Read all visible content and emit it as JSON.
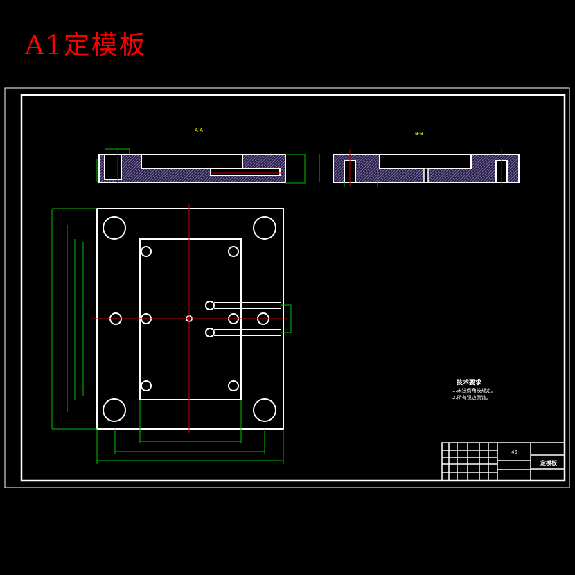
{
  "drawing_title": "A1定模板",
  "section_labels": {
    "a": "A-A",
    "b": "B-B"
  },
  "tech_requirements": {
    "heading": "技术要求",
    "items": [
      "1.未注倒角按规定。",
      "2.所有锐边倒钝。"
    ]
  },
  "title_block": {
    "part_name": "定模板",
    "material": "45"
  },
  "colors": {
    "outline": "#ffffff",
    "centerline": "#c00000",
    "dimension": "#00c000",
    "label": "#ffff00",
    "hatch": "#5a4a8a",
    "title": "#ff0000"
  }
}
